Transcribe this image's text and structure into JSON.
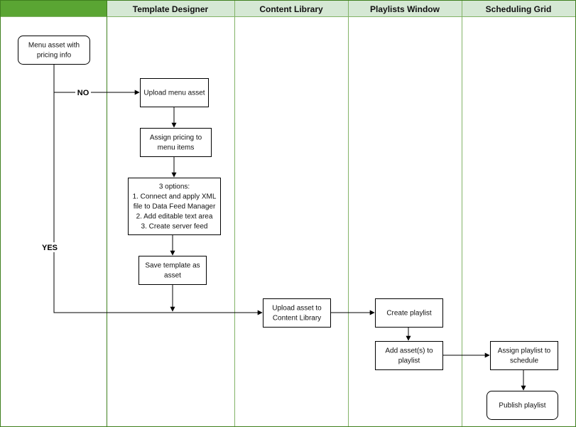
{
  "colors": {
    "first_header": "#5aa533",
    "header_fill": "#d5e8d4",
    "lane_border": "#82b366",
    "outer_border": "#3f7f1e",
    "line": "#000000"
  },
  "lanes": [
    {
      "id": "lane0",
      "title": ""
    },
    {
      "id": "lane1",
      "title": "Template Designer"
    },
    {
      "id": "lane2",
      "title": "Content Library"
    },
    {
      "id": "lane3",
      "title": "Playlists Window"
    },
    {
      "id": "lane4",
      "title": "Scheduling Grid"
    }
  ],
  "nodes": [
    {
      "id": "menu_asset",
      "shape": "rounded",
      "lines": [
        "Menu asset with",
        "pricing info"
      ]
    },
    {
      "id": "upload_menu",
      "shape": "rect",
      "lines": [
        "Upload menu asset"
      ]
    },
    {
      "id": "assign_pricing",
      "shape": "rect",
      "lines": [
        "Assign pricing to",
        "menu items"
      ]
    },
    {
      "id": "options",
      "shape": "rect",
      "lines": [
        "3 options:",
        "1. Connect and apply XML",
        "file to Data Feed Manager",
        "2. Add editable text area",
        "3. Create server feed"
      ]
    },
    {
      "id": "save_template",
      "shape": "rect",
      "lines": [
        "Save template as",
        "asset"
      ]
    },
    {
      "id": "upload_library",
      "shape": "rect",
      "lines": [
        "Upload asset to",
        "Content Library"
      ]
    },
    {
      "id": "create_playlist",
      "shape": "rect",
      "lines": [
        "Create playlist"
      ]
    },
    {
      "id": "add_assets",
      "shape": "rect",
      "lines": [
        "Add asset(s) to",
        "playlist"
      ]
    },
    {
      "id": "assign_schedule",
      "shape": "rect",
      "lines": [
        "Assign playlist to",
        "schedule"
      ]
    },
    {
      "id": "publish",
      "shape": "rounded",
      "lines": [
        "Publish playlist"
      ]
    }
  ],
  "edges": [
    {
      "id": "no_branch",
      "from": "menu_asset",
      "to": "upload_menu",
      "label": "NO"
    },
    {
      "id": "e_upload_assign",
      "from": "upload_menu",
      "to": "assign_pricing",
      "label": ""
    },
    {
      "id": "e_assign_options",
      "from": "assign_pricing",
      "to": "options",
      "label": ""
    },
    {
      "id": "e_options_save",
      "from": "options",
      "to": "save_template",
      "label": ""
    },
    {
      "id": "e_save_join",
      "from": "save_template",
      "to": "join",
      "label": ""
    },
    {
      "id": "yes_branch",
      "from": "menu_asset",
      "to": "upload_library",
      "label": "YES"
    },
    {
      "id": "e_library_create",
      "from": "upload_library",
      "to": "create_playlist",
      "label": ""
    },
    {
      "id": "e_create_add",
      "from": "create_playlist",
      "to": "add_assets",
      "label": ""
    },
    {
      "id": "e_add_assign",
      "from": "add_assets",
      "to": "assign_schedule",
      "label": ""
    },
    {
      "id": "e_assign_publish",
      "from": "assign_schedule",
      "to": "publish",
      "label": ""
    }
  ]
}
